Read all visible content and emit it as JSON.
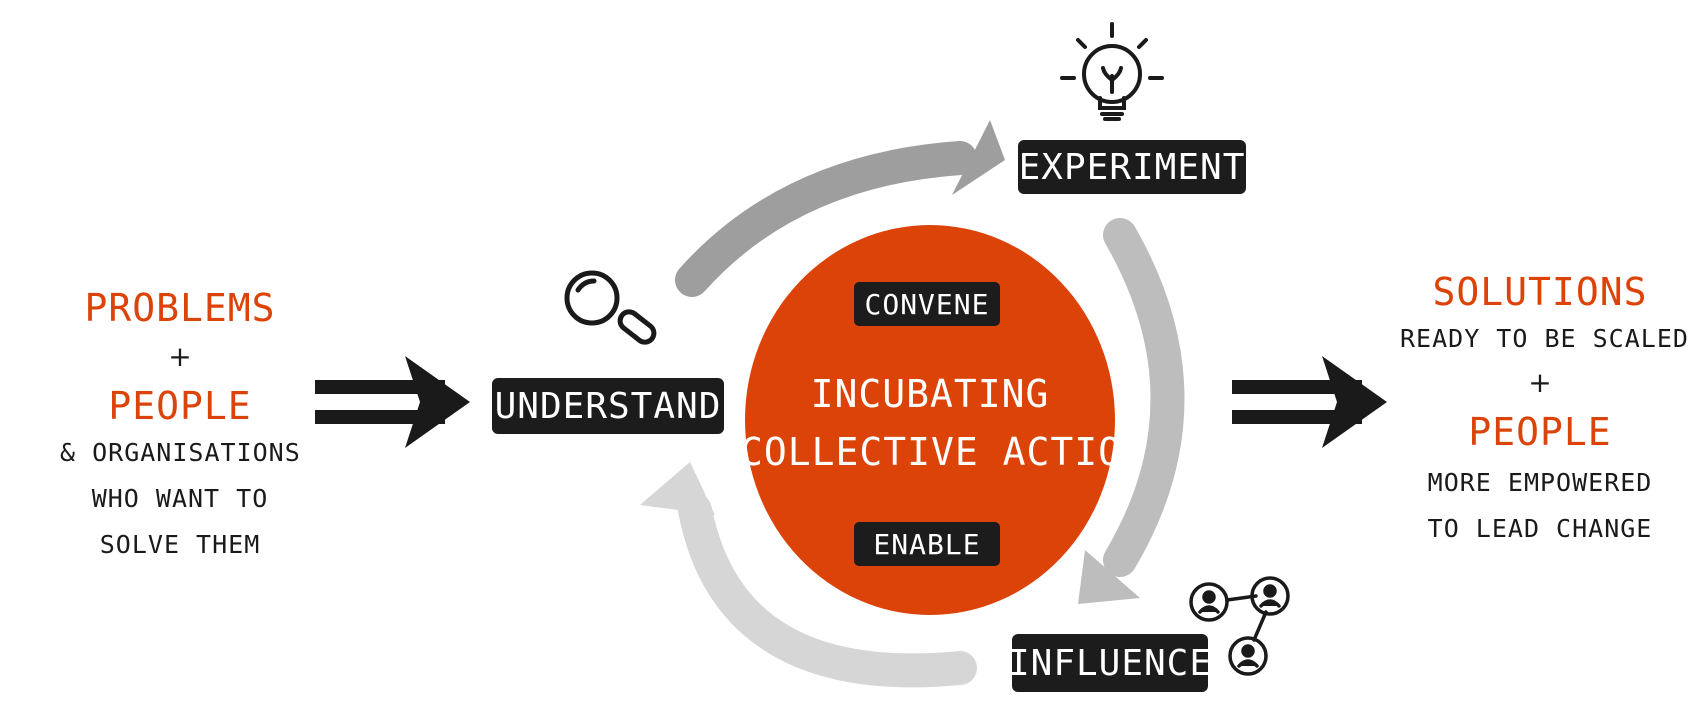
{
  "left_input": {
    "problems": "PROBLEMS",
    "plus": "+",
    "people": "PEOPLE",
    "line1": "& ORGANISATIONS",
    "line2": "WHO WANT TO",
    "line3": "SOLVE THEM"
  },
  "cycle": {
    "understand": "UNDERSTAND",
    "experiment": "EXPERIMENT",
    "influence": "INFLUENCE"
  },
  "center": {
    "convene": "CONVENE",
    "title_line1": "INCUBATING",
    "title_line2": "COLLECTIVE ACTION",
    "enable": "ENABLE"
  },
  "right_output": {
    "solutions": "SOLUTIONS",
    "solutions_sub": "READY TO BE SCALED",
    "plus": "+",
    "people": "PEOPLE",
    "line1": "MORE EMPOWERED",
    "line2": "TO LEAD CHANGE"
  },
  "colors": {
    "accent_orange": "#dc4308",
    "label_black": "#1c1c1c",
    "arrow_grey_dark": "#9e9e9e",
    "arrow_grey_mid": "#bdbdbd",
    "arrow_grey_light": "#d6d6d6"
  },
  "icons": {
    "understand": "magnifying-glass-icon",
    "experiment": "lightbulb-icon",
    "influence": "network-people-icon"
  }
}
